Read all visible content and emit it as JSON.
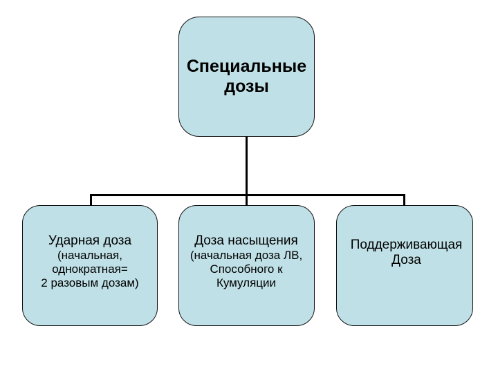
{
  "diagram": {
    "type": "hierarchy-tree",
    "orientation": "top-down",
    "colors": {
      "node_fill": "#bfe0e6",
      "node_border": "#111111",
      "connector": "#000000",
      "text": "#000000",
      "background": "#ffffff"
    },
    "root": {
      "name": "special-doses",
      "title_line1": "Специальные",
      "title_line2": "дозы"
    },
    "children": [
      {
        "name": "loading-dose",
        "title": "Ударная доза",
        "sub_line1": "(начальная,",
        "sub_line2": "однократная=",
        "sub_line3": "2 разовым дозам)"
      },
      {
        "name": "saturation-dose",
        "title": "Доза насыщения",
        "sub_line1": "(начальная доза ЛВ,",
        "sub_line2": "Способного к",
        "sub_line3": "Кумуляции"
      },
      {
        "name": "maintenance-dose",
        "title": "Поддерживающая",
        "sub_line1": "Доза"
      }
    ]
  }
}
